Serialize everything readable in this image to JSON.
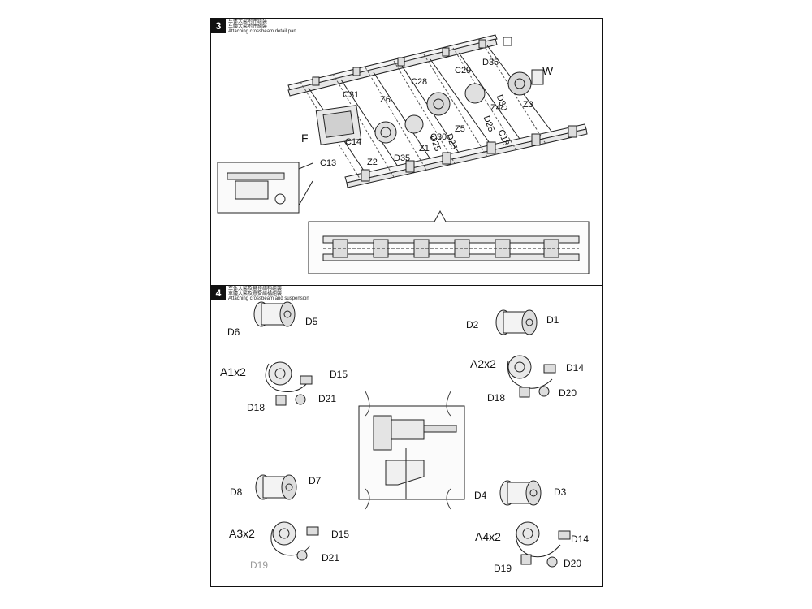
{
  "step3": {
    "number": "3",
    "caption_cn1": "车体大梁附件组装",
    "caption_cn2": "车體大梁附件組裝",
    "caption_en": "Attaching crossbeam detail part",
    "labels": {
      "D35_top": "D35",
      "W": "W",
      "C29": "C29",
      "C28": "C28",
      "C31": "C31",
      "Z6": "Z6",
      "Z4": "Z4",
      "Z3": "Z3",
      "D30": "D30",
      "D25_a": "D25",
      "C18": "C18",
      "D25_b": "D25",
      "Z5": "Z5",
      "C30": "C30",
      "D25_c": "D25",
      "Z1": "Z1",
      "F": "F",
      "C14": "C14",
      "D35_bottom": "D35",
      "Z2": "Z2",
      "C13": "C13"
    }
  },
  "step4": {
    "number": "4",
    "caption_cn1": "车体大梁及悬挂结构组装",
    "caption_cn2": "車體大梁及懸掛結構組裝",
    "caption_en": "Attaching crossbeam and suspension",
    "groups": {
      "a1": {
        "title": "A1x2",
        "top_left": "D6",
        "top_right": "D5",
        "mid": "D15",
        "low_left": "D18",
        "low_right": "D21"
      },
      "a2": {
        "title": "A2x2",
        "top_left": "D2",
        "top_right": "D1",
        "mid": "D14",
        "low_left": "D18",
        "low_right": "D20"
      },
      "a3": {
        "title": "A3x2",
        "top_left": "D8",
        "top_right": "D7",
        "mid": "D15",
        "low_left": "D19",
        "low_right": "D21"
      },
      "a4": {
        "title": "A4x2",
        "top_left": "D4",
        "top_right": "D3",
        "mid": "D14",
        "low_left": "D19",
        "low_right": "D20"
      }
    }
  }
}
